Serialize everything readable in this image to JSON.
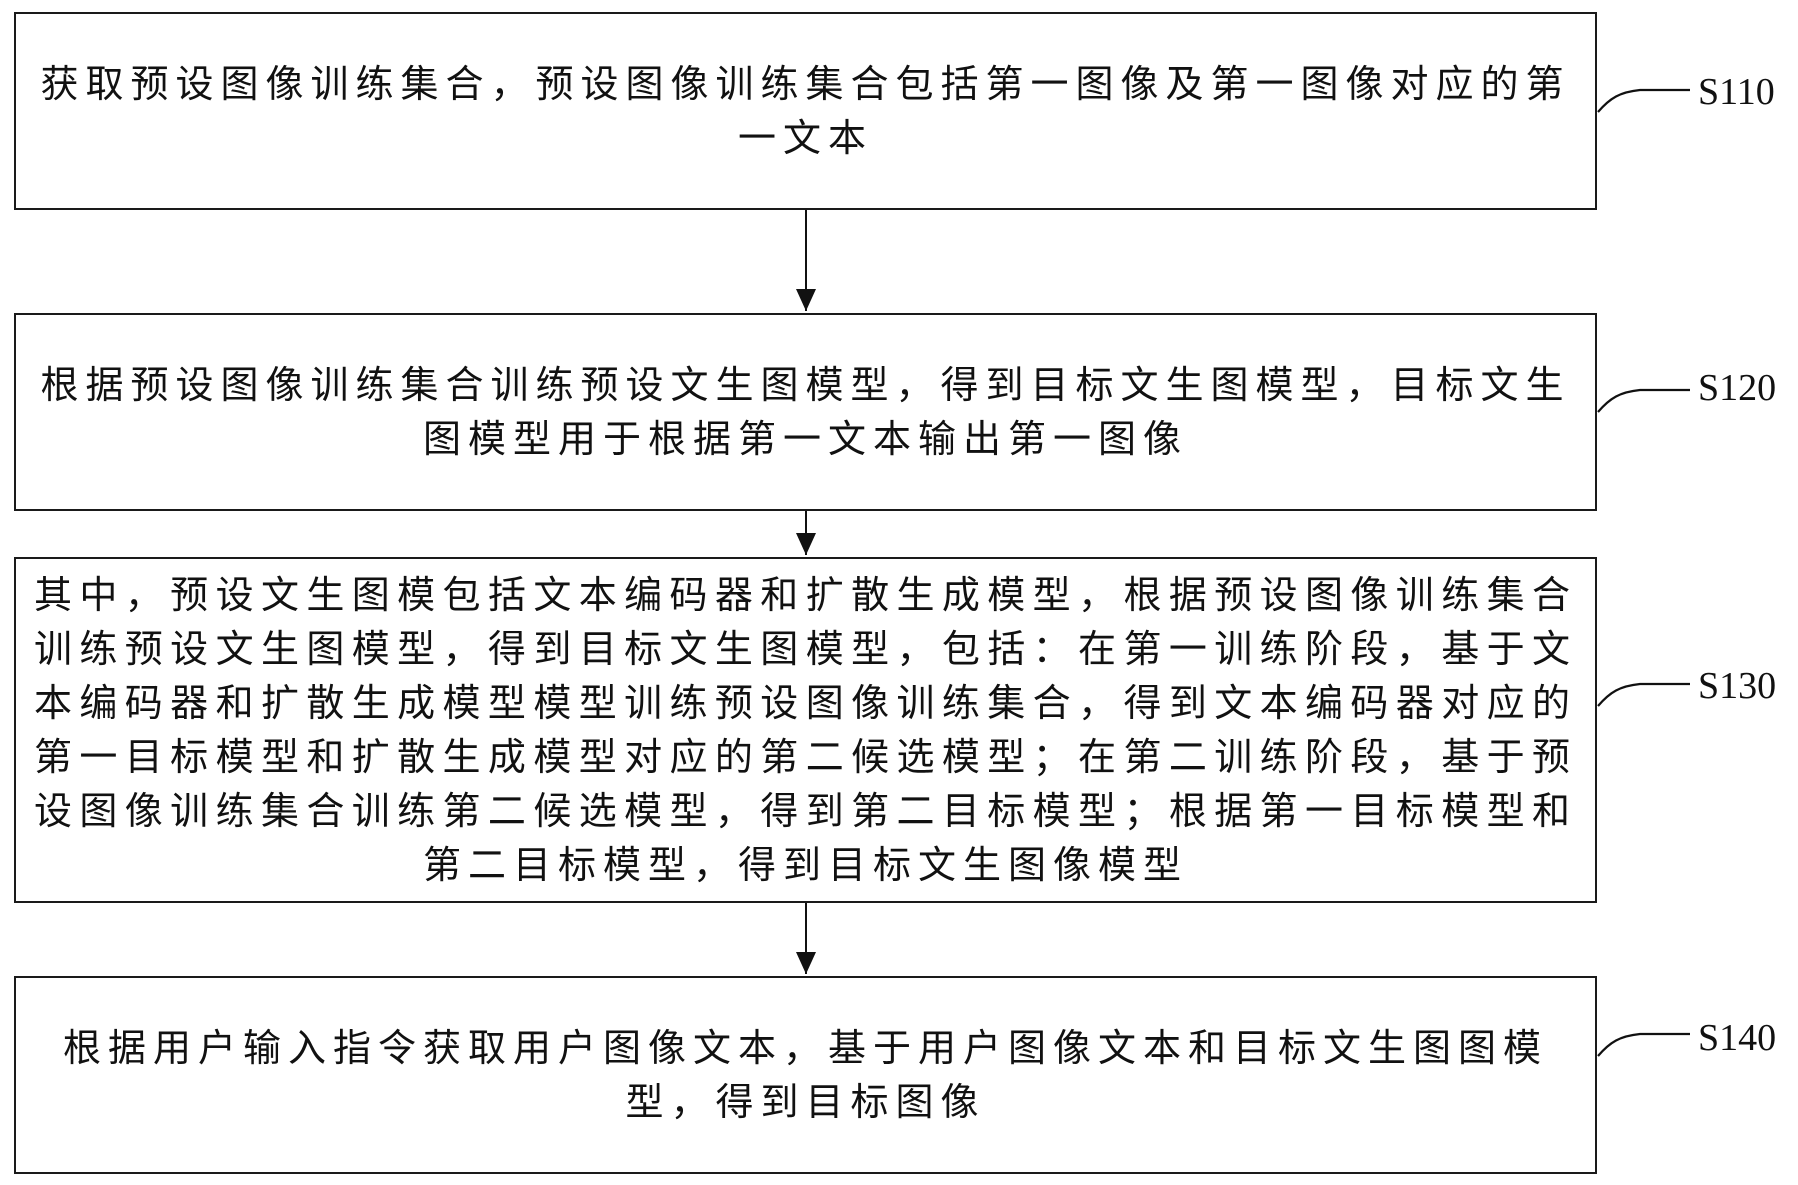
{
  "steps": [
    {
      "id": "S110",
      "label": "S110",
      "text": "获取预设图像训练集合，预设图像训练集合包括第一图像及第一图像对应的第一文本"
    },
    {
      "id": "S120",
      "label": "S120",
      "text": "根据预设图像训练集合训练预设文生图模型，得到目标文生图模型，目标文生图模型用于根据第一文本输出第一图像"
    },
    {
      "id": "S130",
      "label": "S130",
      "text": "其中，预设文生图模包括文本编码器和扩散生成模型，根据预设图像训练集合训练预设文生图模型，得到目标文生图模型，包括：在第一训练阶段，基于文本编码器和扩散生成模型模型训练预设图像训练集合，得到文本编码器对应的第一目标模型和扩散生成模型对应的第二候选模型；在第二训练阶段，基于预设图像训练集合训练第二候选模型，得到第二目标模型；根据第一目标模型和第二目标模型，得到目标文生图像模型"
    },
    {
      "id": "S140",
      "label": "S140",
      "text": "根据用户输入指令获取用户图像文本，基于用户图像文本和目标文生图图模型，得到目标图像"
    }
  ]
}
